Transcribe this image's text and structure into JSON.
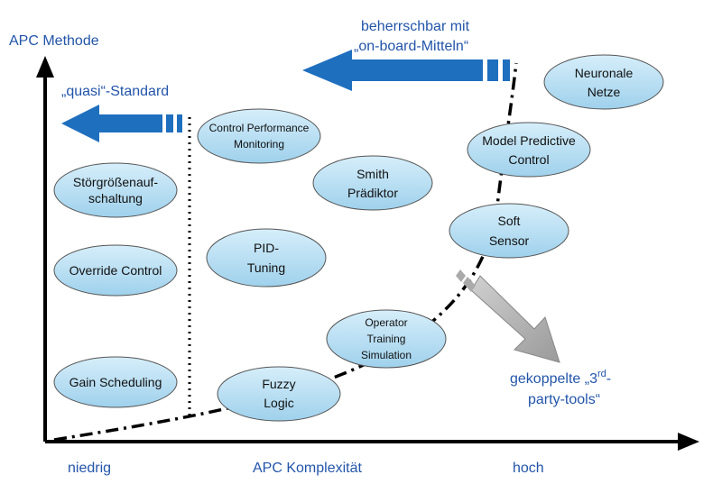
{
  "y_axis_label": "APC Methode",
  "x_axis_label": "APC Komplexität",
  "x_low": "niedrig",
  "x_high": "hoch",
  "quasi_standard": "„quasi“-Standard",
  "onboard_line1": "beherrschbar mit",
  "onboard_line2": "„on-board-Mitteln“",
  "third_party_line1": "gekoppelte „3",
  "third_party_sup": "rd",
  "third_party_line1_end": "-",
  "third_party_line2": "party-tools“",
  "nodes": {
    "stoergroesse": [
      "Störgrößenauf-",
      "schaltung"
    ],
    "override": [
      "Override Control"
    ],
    "gain": [
      "Gain Scheduling"
    ],
    "cpm": [
      "Control Performance",
      "Monitoring"
    ],
    "pid": [
      "PID-",
      "Tuning"
    ],
    "fuzzy": [
      "Fuzzy",
      "Logic"
    ],
    "ots": [
      "Operator",
      "Training",
      "Simulation"
    ],
    "smith": [
      "Smith",
      "Prädiktor"
    ],
    "soft": [
      "Soft",
      "Sensor"
    ],
    "mpc": [
      "Model Predictive",
      "Control"
    ],
    "nn": [
      "Neuronale",
      "Netze"
    ]
  },
  "colors": {
    "node_fill": "#b3dcf0",
    "arrow_blue": "#1f6fbf",
    "arrow_gray": "#b5b5b5",
    "label_blue": "#2255aa"
  }
}
